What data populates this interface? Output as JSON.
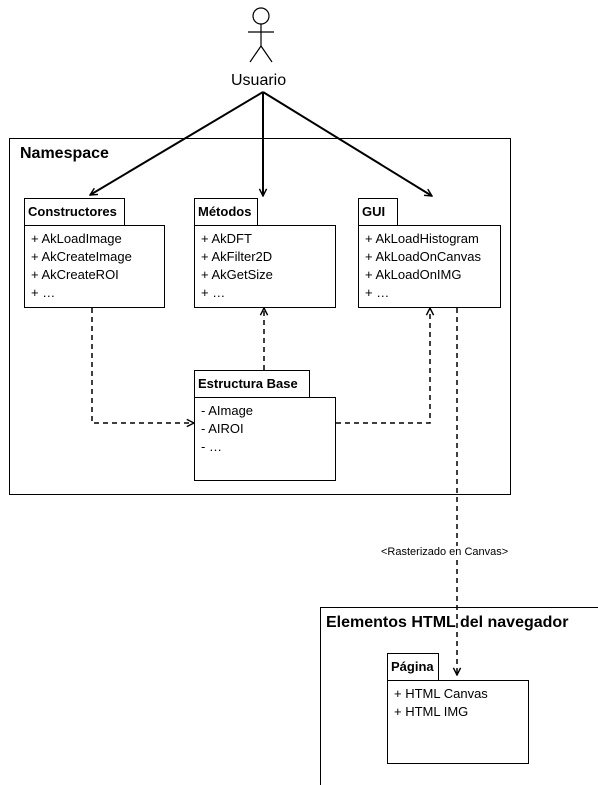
{
  "actor": {
    "label": "Usuario"
  },
  "namespace": {
    "title": "Namespace"
  },
  "browser": {
    "title": "Elementos HTML del navegador"
  },
  "packages": {
    "constructores": {
      "name": "Constructores",
      "members": [
        "+ AkLoadImage",
        "+ AkCreateImage",
        "+ AkCreateROI",
        "+ …"
      ]
    },
    "metodos": {
      "name": "Métodos",
      "members": [
        "+ AkDFT",
        "+ AkFilter2D",
        "+ AkGetSize",
        "+ …"
      ]
    },
    "gui": {
      "name": "GUI",
      "members": [
        "+ AkLoadHistogram",
        "+ AkLoadOnCanvas",
        "+ AkLoadOnIMG",
        "+ …"
      ]
    },
    "estructura": {
      "name": "Estructura Base",
      "members": [
        "- AImage",
        "- AIROI",
        "- …"
      ]
    },
    "pagina": {
      "name": "Página",
      "members": [
        "+ HTML Canvas",
        "+ HTML IMG"
      ]
    }
  },
  "connectors": {
    "rasterizado_label": "<Rasterizado en Canvas>"
  }
}
